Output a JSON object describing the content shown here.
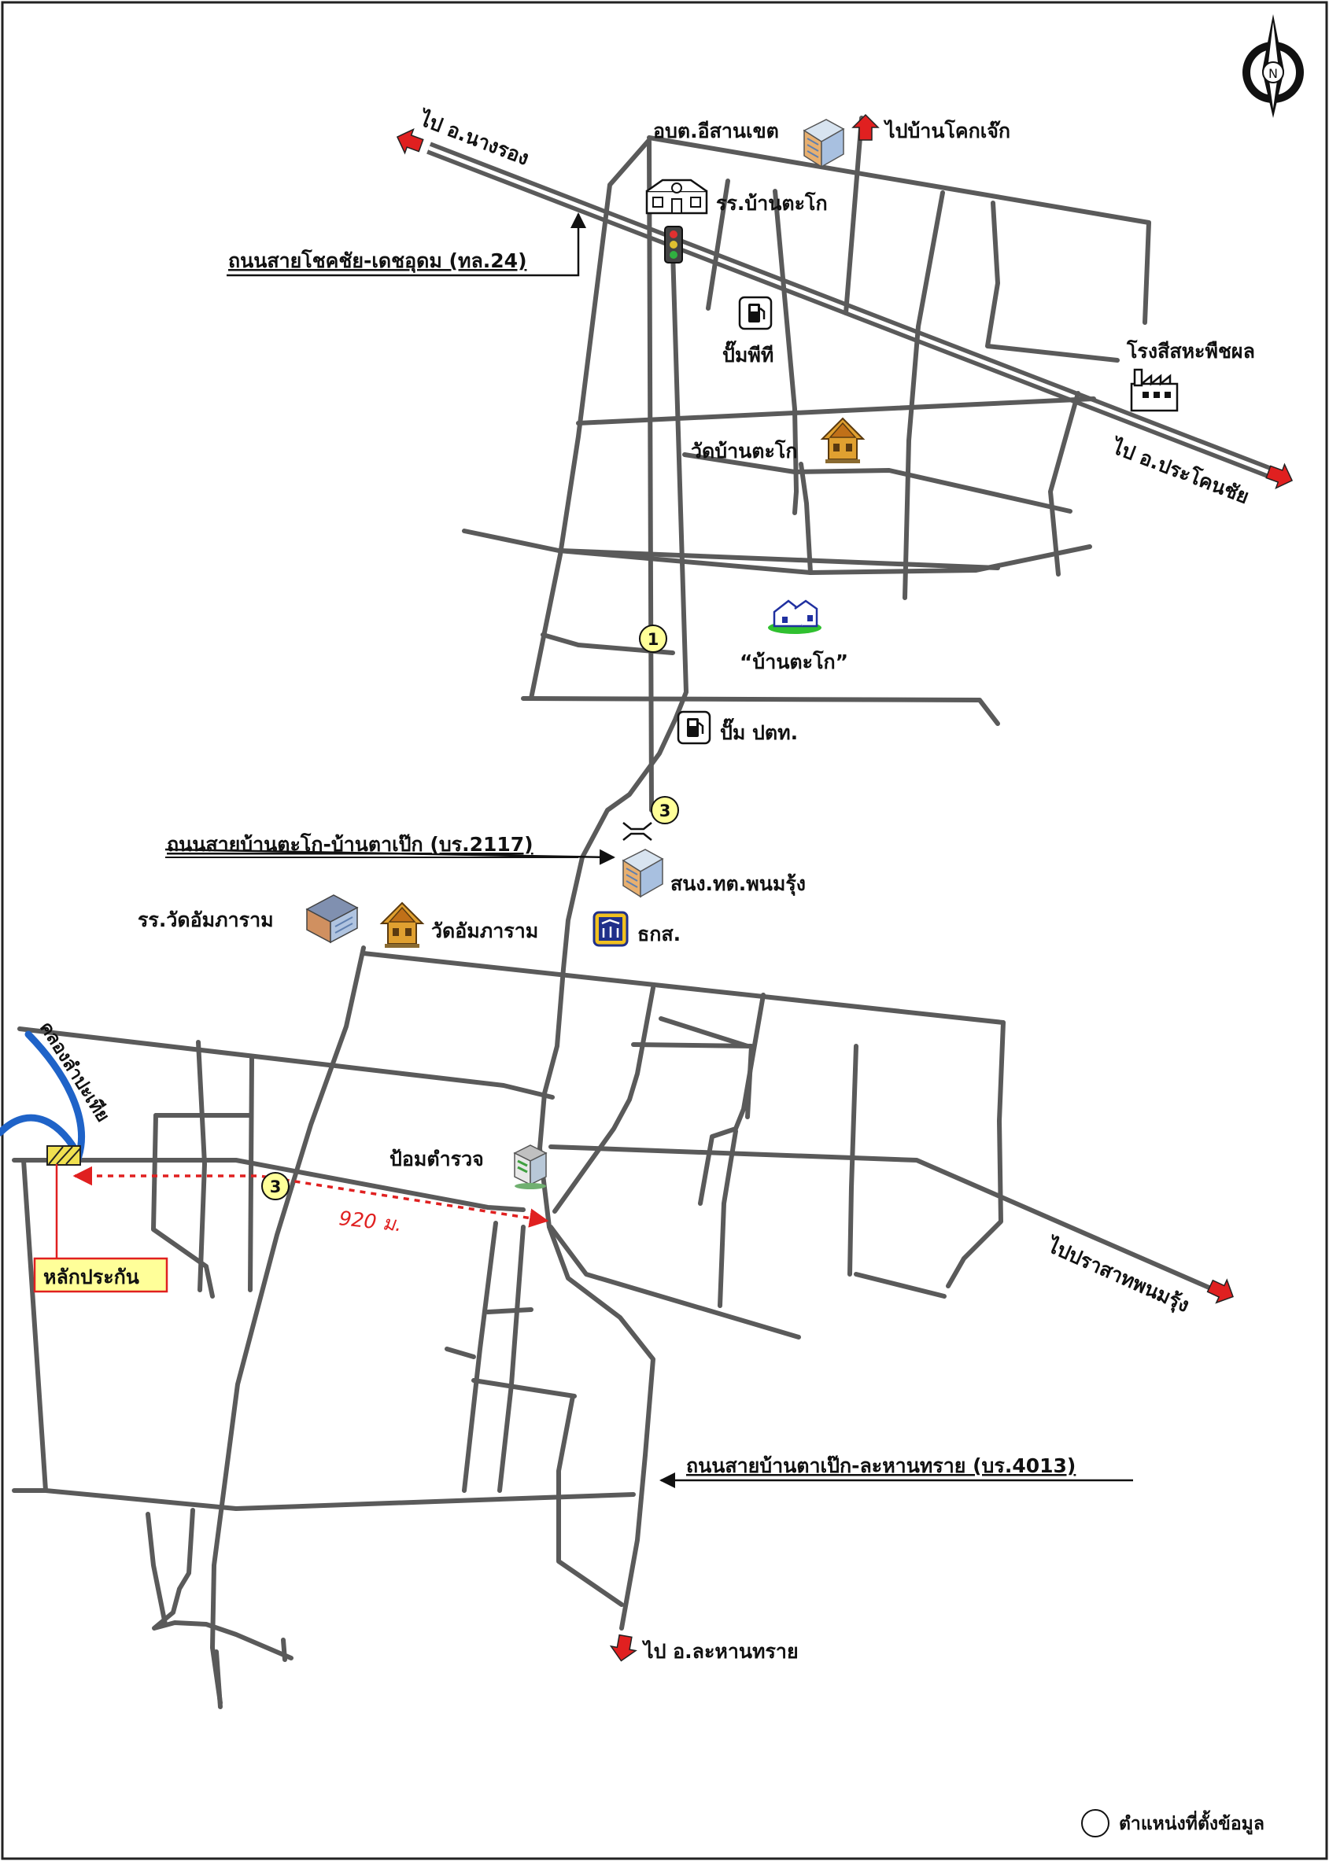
{
  "labels": {
    "to_nangrong": "ไป อ.นางรอง",
    "road_24": "ถนนสายโชคชัย-เดชอุดม (ทล.24)",
    "obt_isan_khet": "อบต.อีสานเขต",
    "to_ban_khok_chek": "ไปบ้านโคกเจ๊ก",
    "school_ban_tako": "รร.บ้านตะโก",
    "pump_pt": "ปั๊มพีที",
    "rice_mill": "โรงสีสหะพืชผล",
    "to_prakhon_chai": "ไป อ.ประโคนชัย",
    "wat_ban_tako": "วัดบ้านตะโก",
    "village": "“บ้านตะโก”",
    "pump_ptt": "ปั๊ม ปตท.",
    "road_2117": "ถนนสายบ้านตะโก-บ้านตาเป๊ก (บร.2117)",
    "tambon_office": "สนง.ทต.พนมรุ้ง",
    "school_wat": "รร.วัดอัมภาราม",
    "wat_ampharam": "วัดอัมภาราม",
    "baac": "ธกส.",
    "canal": "คลองลำปะเทีย",
    "police": "ป้อมตำรวจ",
    "distance": "920 ม.",
    "benchmark": "หลักประกัน",
    "to_phanom_rung": "ไปปราสาทพนมรุ้ง",
    "road_4013": "ถนนสายบ้านตาเป๊ก-ละหานทราย (บร.4013)",
    "to_lahan_sai": "ไป อ.ละหานทราย",
    "legend": "ตำแหน่งที่ตั้งข้อมูล",
    "compass_n": "N"
  },
  "markers": [
    {
      "id": "1"
    },
    {
      "id": "3"
    },
    {
      "id": "3"
    }
  ],
  "colors": {
    "road": "#5a5a5a",
    "arrow": "#e02020",
    "marker_fill": "#ffff99",
    "canal": "#1f63c8",
    "benchmark_fill": "#ffff99",
    "distance": "#e02020"
  }
}
